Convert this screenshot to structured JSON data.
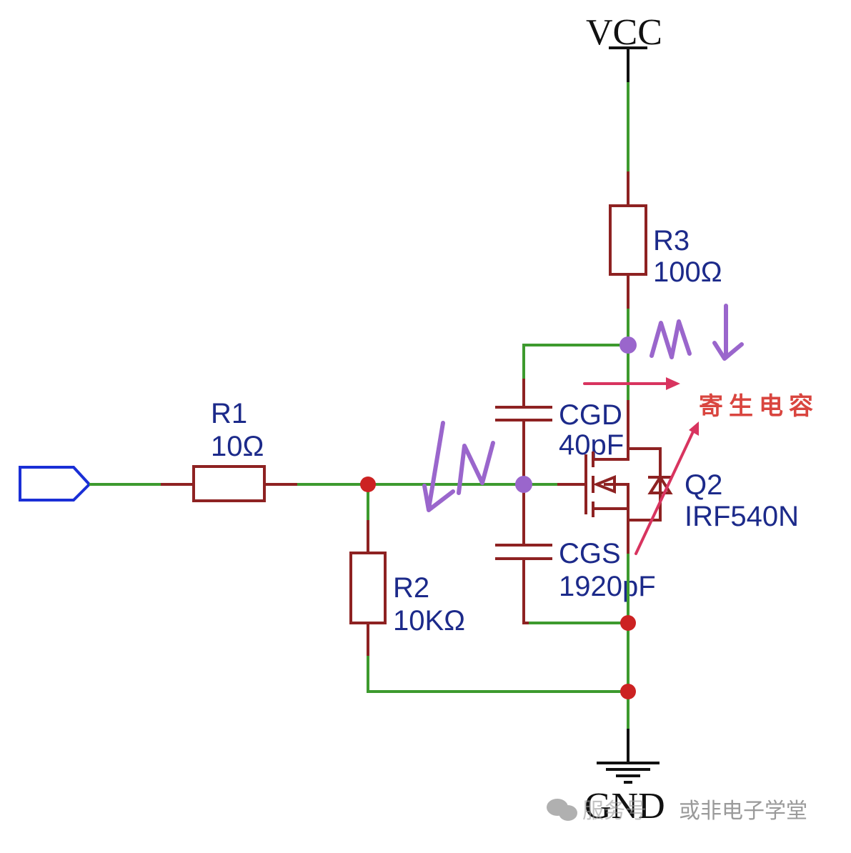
{
  "diagram": {
    "type": "circuit-schematic",
    "power": {
      "vcc_label": "VCC",
      "gnd_label": "GND"
    },
    "components": {
      "r1": {
        "ref": "R1",
        "value": "10Ω"
      },
      "r2": {
        "ref": "R2",
        "value": "10KΩ"
      },
      "r3": {
        "ref": "R3",
        "value": "100Ω"
      },
      "cgd": {
        "ref": "CGD",
        "value": "40pF"
      },
      "cgs": {
        "ref": "CGS",
        "value": "1920pF"
      },
      "q2": {
        "ref": "Q2",
        "value": "IRF540N"
      }
    },
    "annotations": {
      "parasitic_capacitance": "寄生电容",
      "handwritten_drain": "M ↓",
      "handwritten_gate": "↓N"
    },
    "input_port": {
      "icon": "input-port-arrow"
    },
    "colors": {
      "wire": "#3d9a2e",
      "component": "#8e2222",
      "label": "#1c2a8a",
      "junction": "#cc2222",
      "highlight_junction": "#9a66cc",
      "annotation": "#d8345f",
      "port": "#1a2fd6"
    }
  },
  "watermark": {
    "service": "服务号",
    "brand": "或非电子学堂"
  }
}
